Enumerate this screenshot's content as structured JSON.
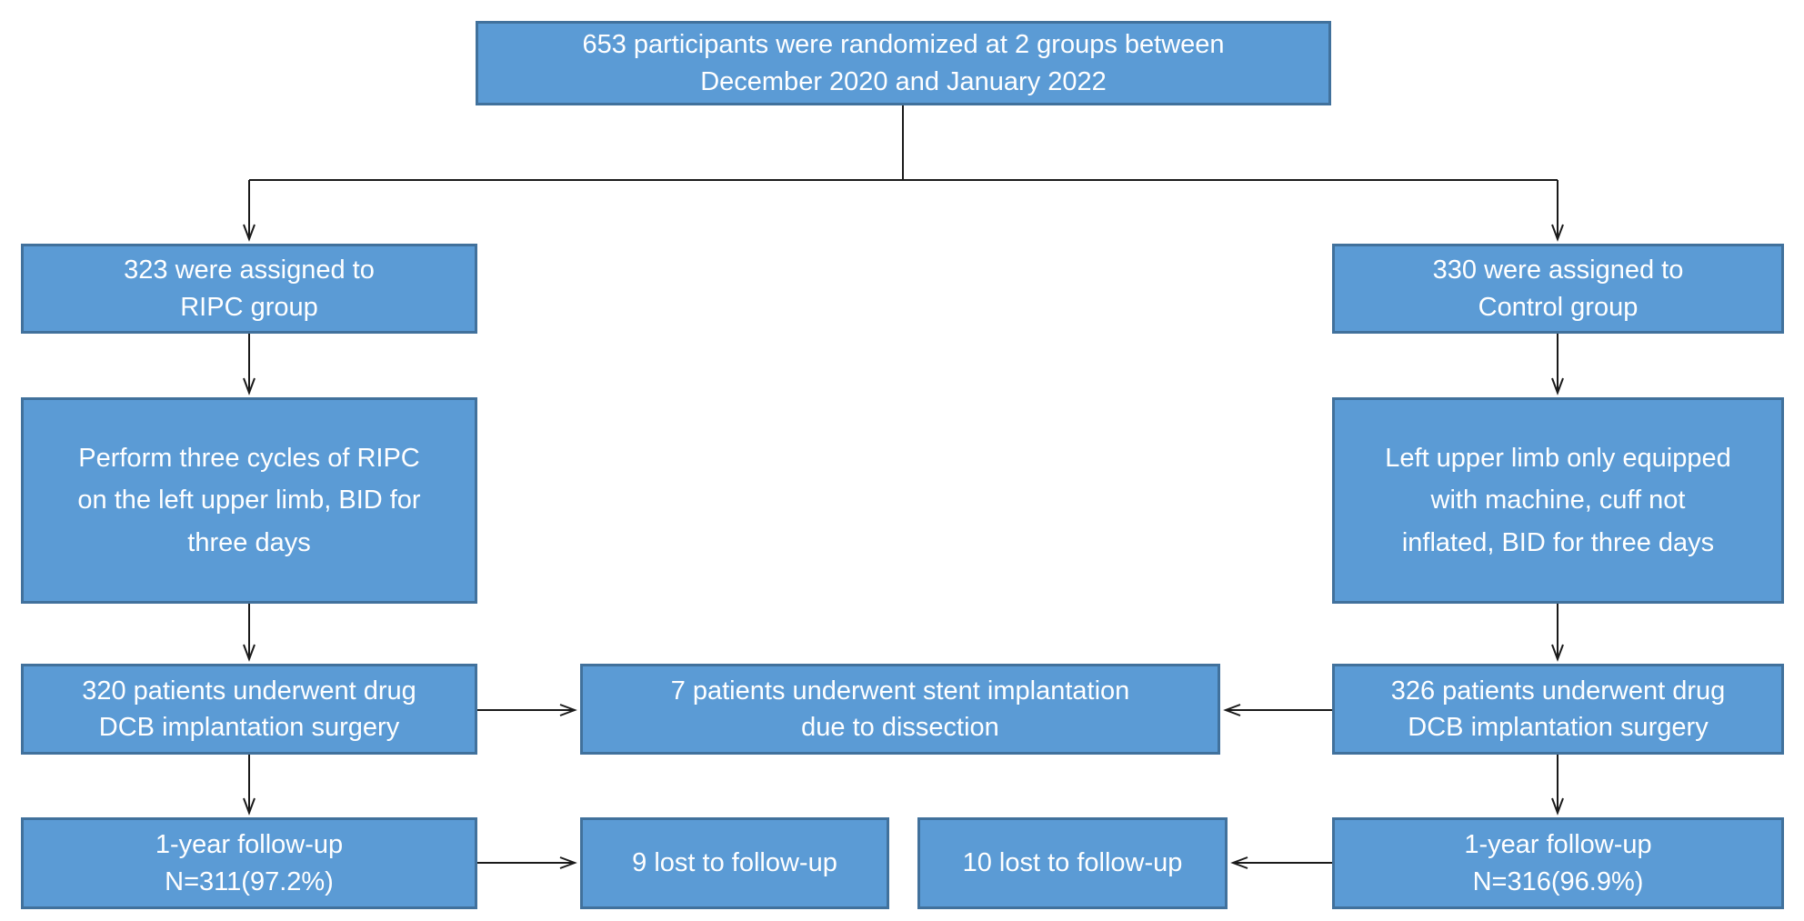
{
  "diagram": {
    "type": "flowchart",
    "title_node": "653 participants were randomized at 2 groups between December 2020 and January 2022",
    "colors": {
      "background": "#ffffff",
      "box_fill": "#5b9bd5",
      "box_border": "#41719c",
      "box_text": "#ffffff",
      "arrow": "#1a1a1a"
    }
  },
  "nodes": {
    "randomized": {
      "lines": [
        "653 participants were randomized at 2 groups between",
        "December 2020 and January 2022"
      ]
    },
    "ripc_assigned": {
      "lines": [
        "323 were assigned to",
        "RIPC group"
      ]
    },
    "control_assigned": {
      "lines": [
        "330 were assigned to",
        "Control group"
      ]
    },
    "ripc_intervention": {
      "lines": [
        "Perform three cycles of RIPC",
        "on the left upper limb, BID for",
        "three days"
      ]
    },
    "control_intervention": {
      "lines": [
        "Left upper limb only equipped",
        "with machine, cuff not",
        "inflated, BID for three days"
      ]
    },
    "ripc_dcb": {
      "lines": [
        "320 patients underwent drug",
        "DCB implantation surgery"
      ]
    },
    "stent": {
      "lines": [
        "7 patients underwent stent implantation",
        "due to dissection"
      ]
    },
    "control_dcb": {
      "lines": [
        "326 patients underwent drug",
        "DCB implantation surgery"
      ]
    },
    "ripc_followup": {
      "lines": [
        "1-year follow-up",
        "N=311(97.2%)"
      ]
    },
    "ripc_lost": {
      "lines": [
        "9 lost to follow-up"
      ]
    },
    "control_lost": {
      "lines": [
        "10 lost to follow-up"
      ]
    },
    "control_followup": {
      "lines": [
        "1-year follow-up",
        "N=316(96.9%)"
      ]
    }
  }
}
